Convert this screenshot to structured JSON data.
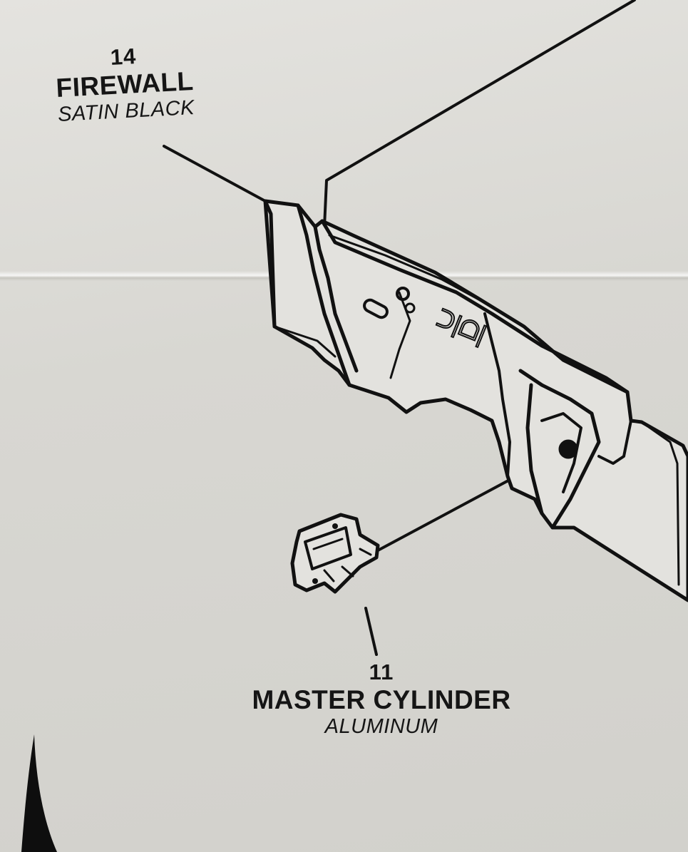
{
  "parts": [
    {
      "number": "14",
      "name": "FIREWALL",
      "finish": "SATIN BLACK"
    },
    {
      "number": "11",
      "name": "MASTER CYLINDER",
      "finish": "ALUMINUM"
    }
  ],
  "embossed_text": "ᑐ|ᗝ|"
}
